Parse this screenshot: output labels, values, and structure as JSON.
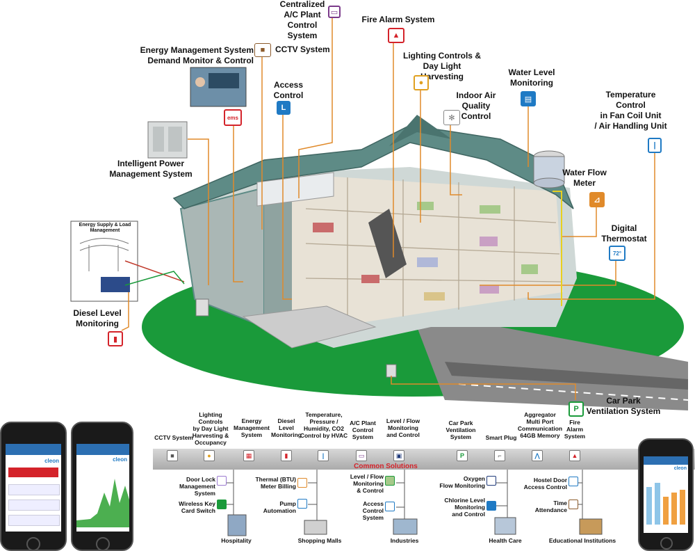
{
  "systems": {
    "centralized_ac": "Centralized\nA/C Plant\nControl System",
    "fire_alarm": "Fire Alarm System",
    "energy_mgmt": "Energy  Management System\nDemand Monitor & Control",
    "cctv": "CCTV System",
    "lighting": "Lighting Controls &\nDay Light Harvesting",
    "access_control": "Access\nControl",
    "indoor_air": "Indoor Air\nQuality\nControl",
    "water_level": "Water Level\nMonitoring",
    "temperature": "Temperature\nControl\nin Fan Coil Unit\n/ Air Handling Unit",
    "power_mgmt": "Intelligent Power\nManagement System",
    "water_flow": "Water Flow\nMeter",
    "thermostat": "Digital\nThermostat",
    "energy_supply": "Energy Supply & Load\nManagement",
    "diesel": "Diesel Level\nMonitoring",
    "car_park": "Car Park\nVentilation System"
  },
  "icon_text": {
    "ems": "ems",
    "thermostat": "72°",
    "car_park": "P"
  },
  "solutions_bar": {
    "label": "Common Solutions",
    "items": [
      "CCTV System",
      "Lighting Controls\nby Day Light\nHarvesting &\nOccupancy",
      "Energy\nManagement\nSystem",
      "Diesel\nLevel\nMonitoring",
      "Temperature,\nPressure /\nHumidity, CO2\nControl by HVAC",
      "A/C Plant\nControl\nSystem",
      "Level / Flow\nMonitoring\nand Control",
      "Car Park\nVentilation\nSystem",
      "Smart Plug",
      "Aggregator\nMulti Port\nCommunication\n64GB Memory",
      "Fire\nAlarm\nSystem"
    ]
  },
  "sectors": {
    "hospitality": {
      "name": "Hospitality",
      "items": [
        "Door Lock\nManagement\nSystem",
        "Wireless Key\nCard Switch"
      ]
    },
    "malls": {
      "name": "Shopping Malls",
      "items": [
        "Thermal (BTU)\nMeter Billing",
        "Pump\nAutomation"
      ]
    },
    "industries": {
      "name": "Industries",
      "items": [
        "Level / Flow\nMonitoring\n& Control",
        "Access\nControl\nSystem"
      ]
    },
    "health": {
      "name": "Health Care",
      "items": [
        "Oxygen\nFlow Monitoring",
        "Chlorine Level\nMonitoring\nand Control"
      ]
    },
    "education": {
      "name": "Educational Institutions",
      "items": [
        "Hostel Door\nAccess Control",
        "Time\nAttendance"
      ]
    }
  },
  "phones": {
    "left_logo": "cleon",
    "middle_logo": "cleon",
    "right_logo": "cleon"
  },
  "colors": {
    "ground": "#1a9a3a",
    "wire": "#e08a2a",
    "red": "#d4232a",
    "blue": "#1f7ac4",
    "roof": "#5e8b86"
  }
}
